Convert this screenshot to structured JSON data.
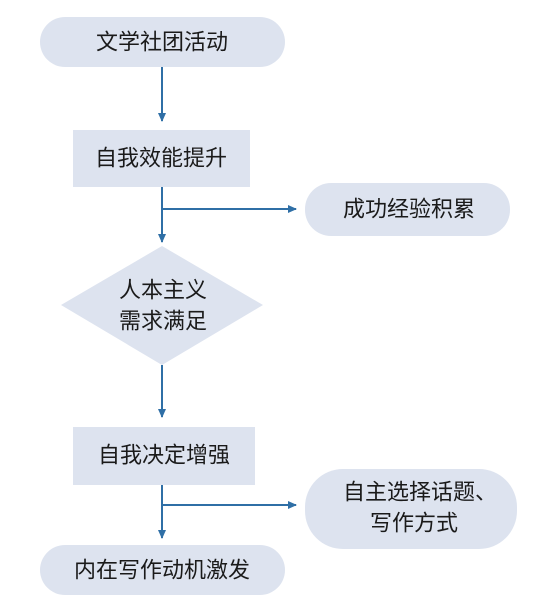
{
  "colors": {
    "node_fill": "#dde3ef",
    "arrow": "#2f6fa6",
    "text": "#1a1a1a"
  },
  "nodes": {
    "literary_club": "文学社团活动",
    "self_efficacy": "自我效能提升",
    "success_experience": "成功经验积累",
    "humanistic_line1": "人本主义",
    "humanistic_line2": "需求满足",
    "self_determination": "自我决定增强",
    "autonomy_line1": "自主选择话题、",
    "autonomy_line2": "写作方式",
    "intrinsic_motivation": "内在写作动机激发"
  }
}
